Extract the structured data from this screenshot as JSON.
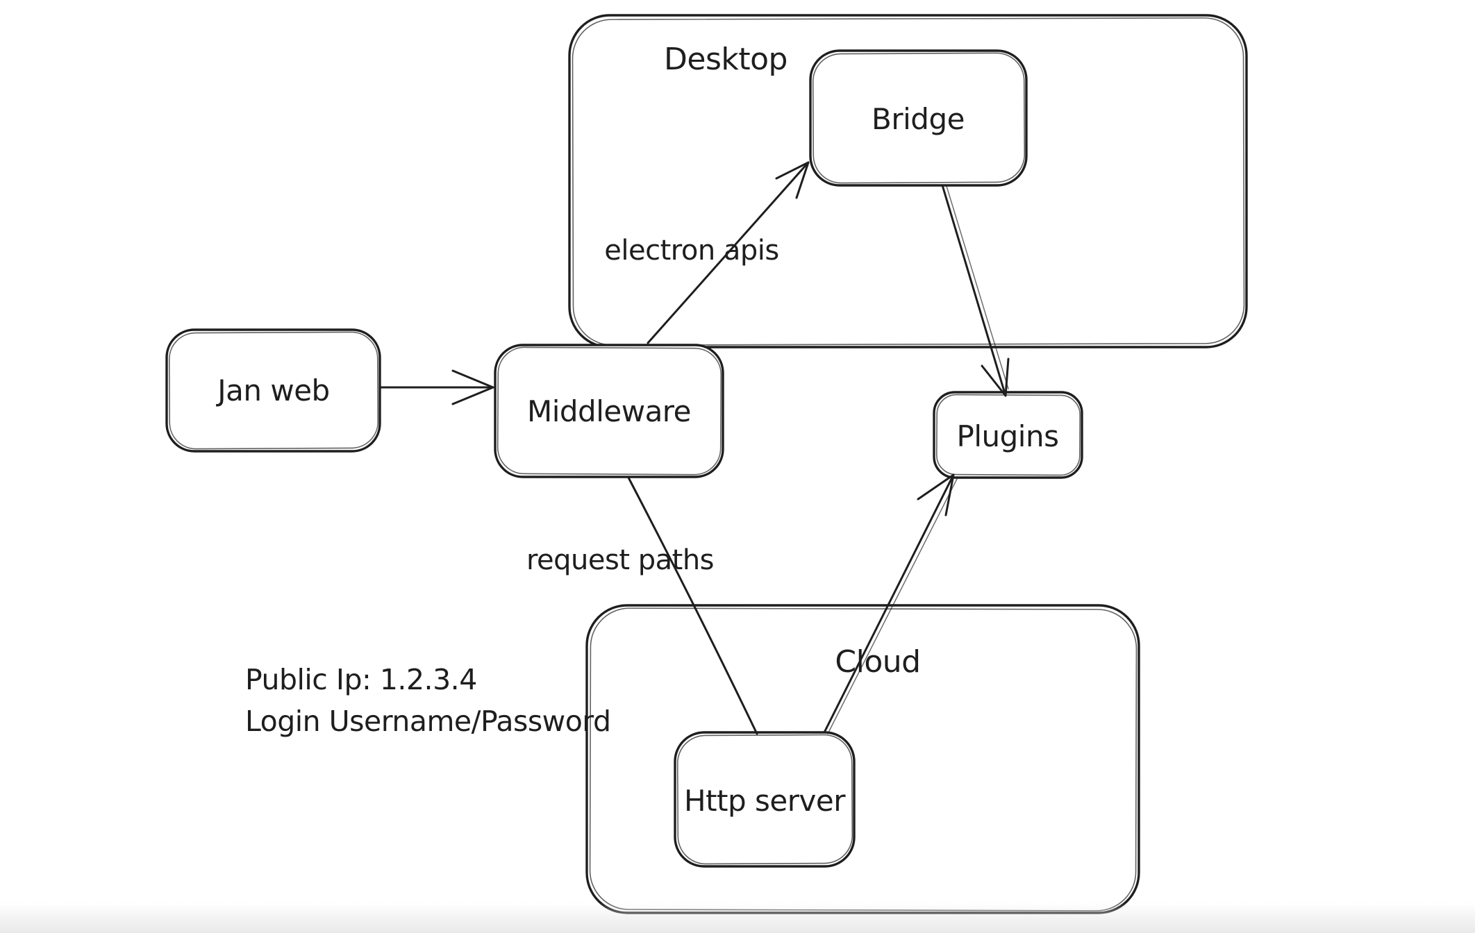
{
  "colors": {
    "stroke": "#1e1e1e",
    "background": "#ffffff",
    "bottom_fade": "#e9e9eb"
  },
  "containers": [
    {
      "id": "desktop",
      "label": "Desktop"
    },
    {
      "id": "cloud",
      "label": "Cloud"
    }
  ],
  "nodes": [
    {
      "id": "jan-web",
      "label": "Jan web"
    },
    {
      "id": "middleware",
      "label": "Middleware"
    },
    {
      "id": "bridge",
      "label": "Bridge"
    },
    {
      "id": "plugins",
      "label": "Plugins"
    },
    {
      "id": "http-server",
      "label": "Http server"
    }
  ],
  "edges": [
    {
      "id": "jan-web-to-middleware",
      "from": "Jan web",
      "to": "Middleware",
      "label": ""
    },
    {
      "id": "middleware-to-bridge",
      "from": "Middleware",
      "to": "Bridge",
      "label": "electron apis"
    },
    {
      "id": "bridge-to-plugins",
      "from": "Bridge",
      "to": "Plugins",
      "label": ""
    },
    {
      "id": "middleware-to-http-server",
      "from": "Middleware",
      "to": "Http server",
      "label": "request paths"
    },
    {
      "id": "http-server-to-plugins",
      "from": "Http server",
      "to": "Plugins",
      "label": ""
    }
  ],
  "annotations": {
    "public_ip": "Public Ip: 1.2.3.4",
    "login": "Login Username/Password"
  }
}
